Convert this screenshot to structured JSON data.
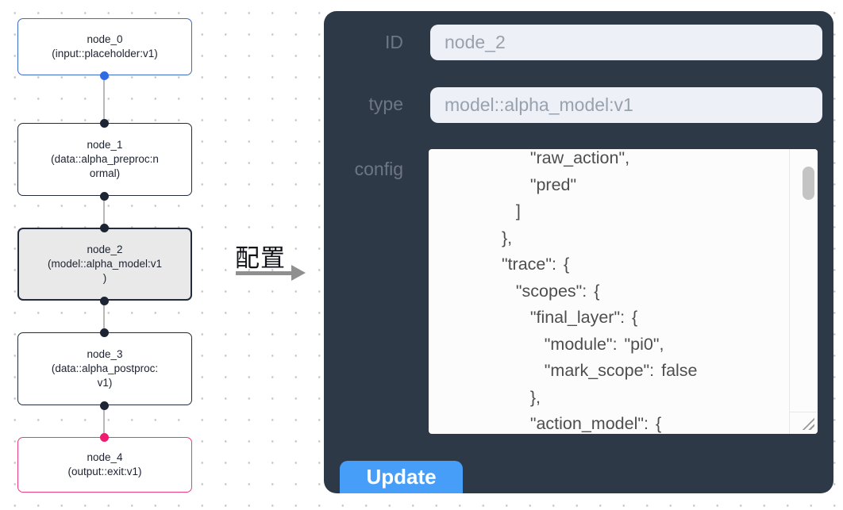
{
  "canvas": {
    "grid_dot_color": "#c9c9c9",
    "background": "#ffffff"
  },
  "flowchart": {
    "nodes": [
      {
        "id": "node_0",
        "type": "input::placeholder:v1",
        "lines": [
          "node_0",
          "(input::placeholder:v1)"
        ],
        "border_color": "#3b6cc8",
        "bg": "#ffffff"
      },
      {
        "id": "node_1",
        "type": "data::alpha_preproc:normal",
        "lines": [
          "node_1",
          "(data::alpha_preproc:n",
          "ormal)"
        ],
        "border_color": "#242b3c",
        "bg": "#ffffff"
      },
      {
        "id": "node_2",
        "type": "model::alpha_model:v1",
        "lines": [
          "node_2",
          "(model::alpha_model:v1",
          ")"
        ],
        "border_color": "#242b3c",
        "bg": "#e9e9e9",
        "selected": true
      },
      {
        "id": "node_3",
        "type": "data::alpha_postproc:v1",
        "lines": [
          "node_3",
          "(data::alpha_postproc:",
          "v1)"
        ],
        "border_color": "#242b3c",
        "bg": "#ffffff"
      },
      {
        "id": "node_4",
        "type": "output::exit:v1",
        "lines": [
          "node_4",
          "(output::exit:v1)"
        ],
        "border_color": "#ea3b7f",
        "bg": "#ffffff"
      }
    ],
    "port_colors": {
      "default": "#1d2433",
      "input": "#2e6be5",
      "output": "#f01a6e"
    },
    "edge_color": "#b8b8b8"
  },
  "transfer": {
    "label": "配置",
    "arrow_color": "#8f8f8f"
  },
  "panel": {
    "bg": "#2e3947",
    "fields": [
      {
        "label": "ID",
        "value": "node_2"
      },
      {
        "label": "type",
        "value": "model::alpha_model:v1"
      }
    ],
    "config": {
      "label": "config",
      "text": "      \"raw_action\",\n      \"pred\"\n    ]\n  },\n  \"trace\": {\n    \"scopes\": {\n      \"final_layer\": {\n        \"module\": \"pi0\",\n        \"mark_scope\": false\n      },\n      \"action_model\": {"
    },
    "update_button": {
      "label": "Update",
      "color": "#479ef8"
    },
    "field_bg": "#edf1f7",
    "label_color": "#6d7685"
  }
}
